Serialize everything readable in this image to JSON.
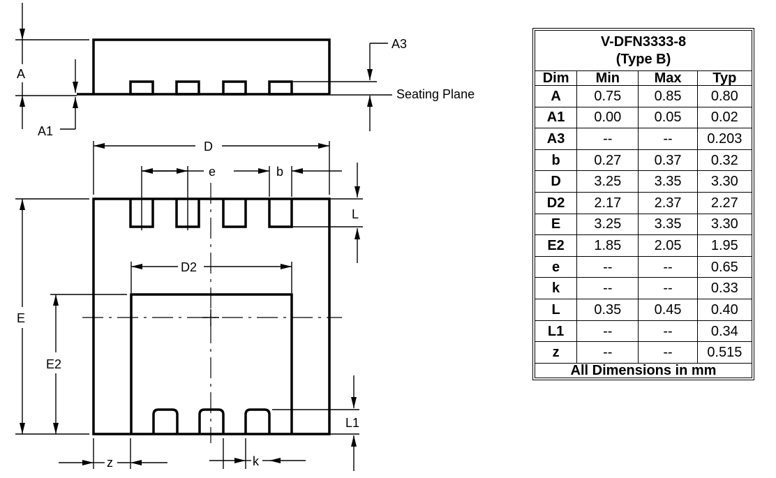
{
  "drawing": {
    "labels": {
      "A": "A",
      "A1": "A1",
      "A3": "A3",
      "seating_plane": "Seating Plane",
      "D": "D",
      "e": "e",
      "b": "b",
      "L": "L",
      "D2": "D2",
      "E": "E",
      "E2": "E2",
      "L1": "L1",
      "z": "z",
      "k": "k"
    }
  },
  "table": {
    "title_line1": "V-DFN3333-8",
    "title_line2": "(Type B)",
    "headers": [
      "Dim",
      "Min",
      "Max",
      "Typ"
    ],
    "rows": [
      [
        "A",
        "0.75",
        "0.85",
        "0.80"
      ],
      [
        "A1",
        "0.00",
        "0.05",
        "0.02"
      ],
      [
        "A3",
        "--",
        "--",
        "0.203"
      ],
      [
        "b",
        "0.27",
        "0.37",
        "0.32"
      ],
      [
        "D",
        "3.25",
        "3.35",
        "3.30"
      ],
      [
        "D2",
        "2.17",
        "2.37",
        "2.27"
      ],
      [
        "E",
        "3.25",
        "3.35",
        "3.30"
      ],
      [
        "E2",
        "1.85",
        "2.05",
        "1.95"
      ],
      [
        "e",
        "--",
        "--",
        "0.65"
      ],
      [
        "k",
        "--",
        "--",
        "0.33"
      ],
      [
        "L",
        "0.35",
        "0.45",
        "0.40"
      ],
      [
        "L1",
        "--",
        "--",
        "0.34"
      ],
      [
        "z",
        "--",
        "--",
        "0.515"
      ]
    ],
    "footer": "All Dimensions in mm"
  }
}
